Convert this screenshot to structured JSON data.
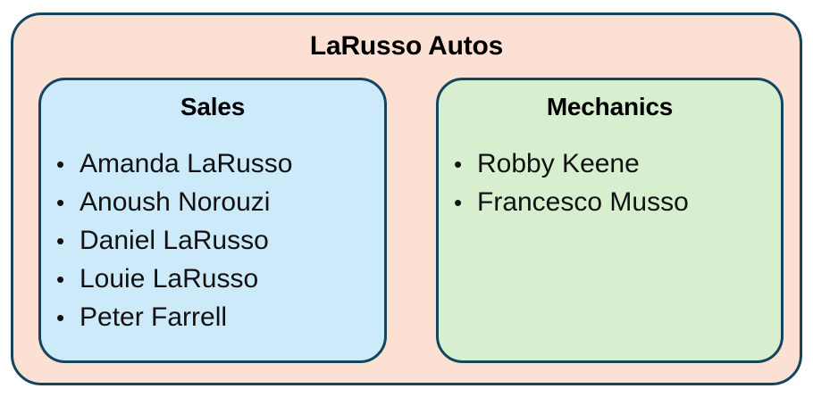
{
  "diagram": {
    "company": {
      "title": "LaRusso Autos",
      "fill_color": "#FBE0D3",
      "border_color": "#15455C"
    },
    "groups": [
      {
        "title": "Sales",
        "fill_color": "#CDEAFA",
        "border_color": "#15455C",
        "bullet_glyph": "•",
        "members": [
          "Amanda LaRusso",
          "Anoush Norouzi",
          "Daniel LaRusso",
          "Louie LaRusso",
          "Peter Farrell"
        ]
      },
      {
        "title": "Mechanics",
        "fill_color": "#D7EFCE",
        "border_color": "#15455C",
        "bullet_glyph": "•",
        "members": [
          "Robby Keene",
          "Francesco Musso"
        ]
      }
    ]
  }
}
